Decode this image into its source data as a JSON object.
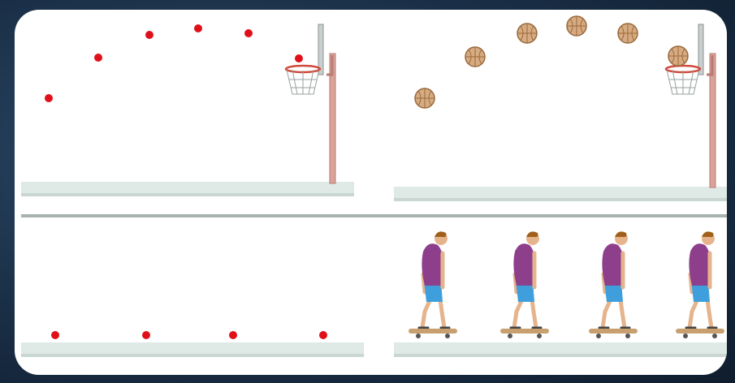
{
  "panels": {
    "top_left": {
      "subject": "ball",
      "style": "red-dot",
      "count": 6
    },
    "top_right": {
      "subject": "ball",
      "style": "basketball",
      "count": 6
    },
    "bottom_left": {
      "subject": "skateboarder",
      "style": "red-dot",
      "count": 4
    },
    "bottom_right": {
      "subject": "skateboarder",
      "style": "figure",
      "count": 4
    }
  },
  "colors": {
    "dot": "#e0101a",
    "ball": "#d7ab82",
    "ball_stroke": "#9a6a3c",
    "pole": "#d9a39a",
    "ground": "#dfe9e5",
    "shirt": "#8e3f8c",
    "shorts": "#3f9fdc",
    "board": "#c8a070"
  }
}
